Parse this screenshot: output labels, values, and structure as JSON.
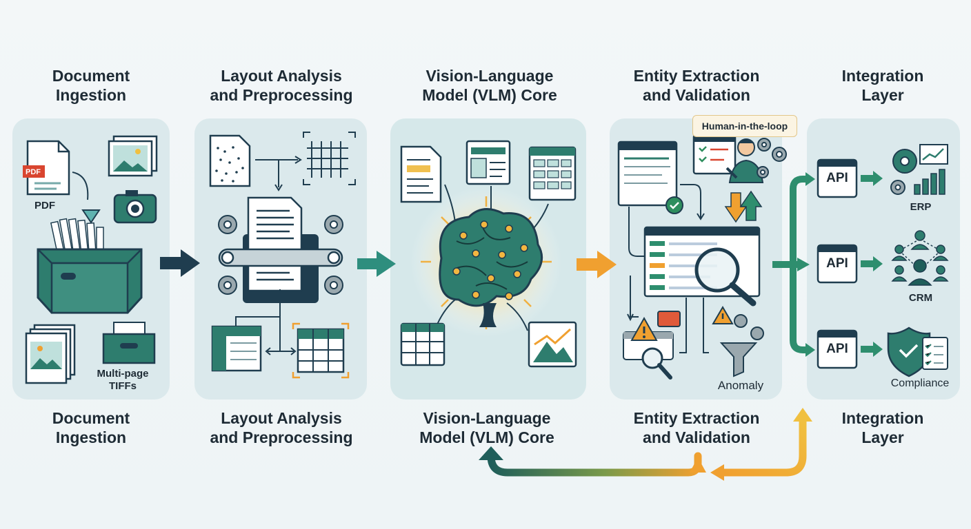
{
  "stages": [
    {
      "id": "ingestion",
      "title": "Document\nIngestion",
      "bottom": "Document\nIngestion"
    },
    {
      "id": "layout",
      "title": "Layout Analysis\nand Preprocessing",
      "bottom": "Layout Analysis\nand Preprocessing"
    },
    {
      "id": "vlm",
      "title": "Vision-Language\nModel (VLM) Core",
      "bottom": "Vision-Language\nModel (VLM) Core"
    },
    {
      "id": "extraction",
      "title": "Entity Extraction\nand Validation",
      "bottom": "Entity Extraction\nand Validation"
    },
    {
      "id": "integration",
      "title": "Integration\nLayer",
      "bottom": "Integration\nLayer"
    }
  ],
  "ingestion": {
    "pdf_badge": "PDF",
    "pdf_label": "PDF",
    "tiff_label": "Multi-page\nTIFFs"
  },
  "extraction": {
    "hitl_label": "Human-in-the-loop",
    "anomaly_label": "Anomaly"
  },
  "integration": {
    "api_label": "API",
    "targets": [
      {
        "name": "ERP"
      },
      {
        "name": "CRM"
      },
      {
        "name": "Compliance"
      }
    ]
  },
  "colors": {
    "teal": "#2e7d6e",
    "navy": "#1f3d4f",
    "orange": "#f0a030",
    "panel": "#dbe9ec"
  },
  "icons": [
    "pdf-file-icon",
    "image-stack-icon",
    "camera-icon",
    "file-box-icon",
    "tiff-stack-icon",
    "file-drawer-icon",
    "brain-icon",
    "magnifier-icon",
    "gear-icon",
    "shield-check-icon",
    "people-network-icon",
    "bar-chart-icon"
  ]
}
